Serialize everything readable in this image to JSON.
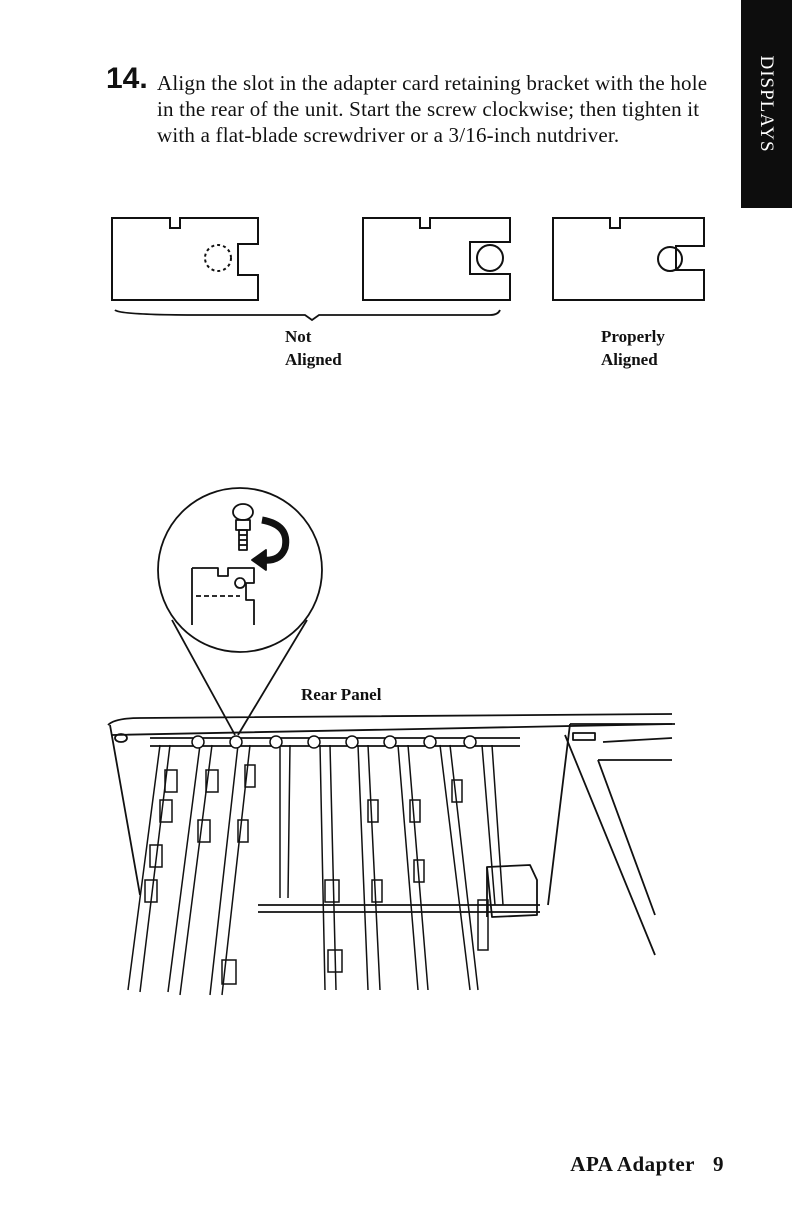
{
  "side_tab": {
    "label": "DISPLAYS"
  },
  "step": {
    "number": "14.",
    "text": "Align the slot in the adapter card retaining bracket with the hole in the rear of the unit. Start the screw clockwise; then tighten it with a flat-blade screwdriver or a 3/16-inch nutdriver."
  },
  "figure_alignment": {
    "not_aligned_label": [
      "Not",
      "Aligned"
    ],
    "properly_aligned_label": [
      "Properly",
      "Aligned"
    ]
  },
  "figure_rear": {
    "label": "Rear Panel"
  },
  "footer": {
    "section": "APA Adapter",
    "page": "9"
  },
  "colors": {
    "ink": "#111111",
    "tab": "#0d0d0d",
    "paper": "#ffffff"
  }
}
